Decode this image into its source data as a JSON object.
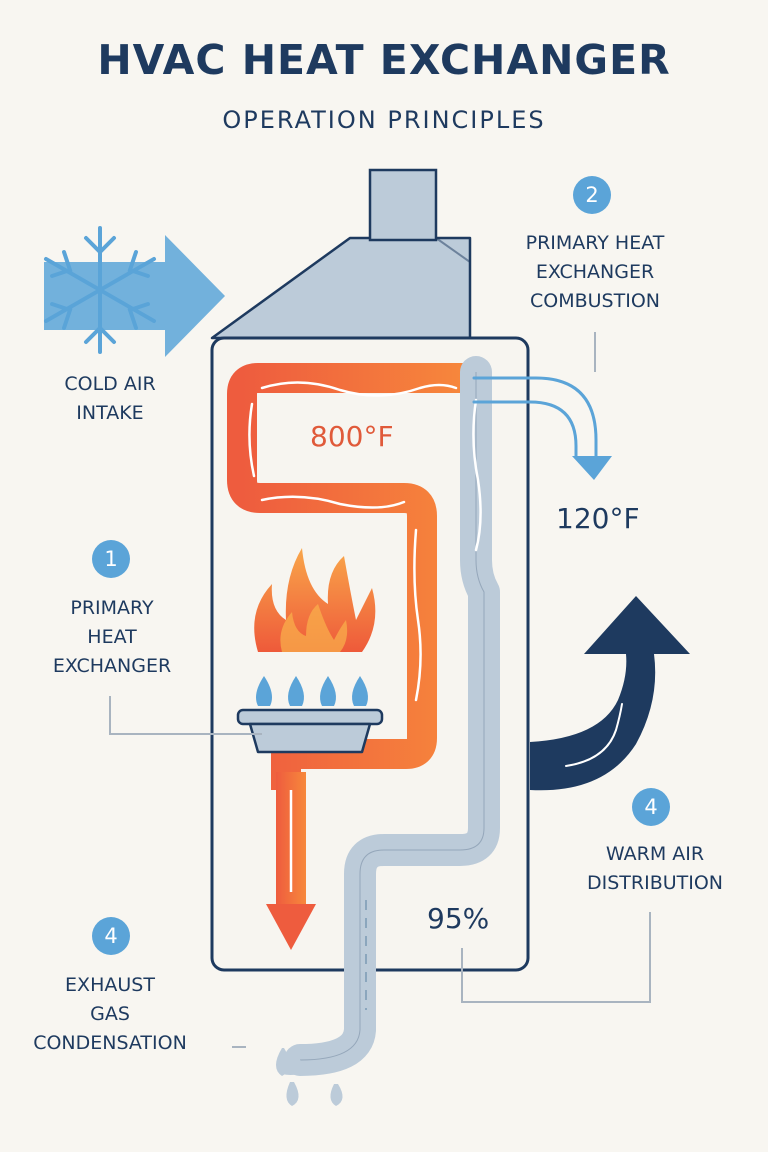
{
  "header": {
    "title": "HVAC HEAT EXCHANGER",
    "subtitle": "OPERATION PRINCIPLES"
  },
  "labels": {
    "cold_air_intake": [
      "COLD AIR",
      "INTAKE"
    ],
    "primary_heat_exchanger_combustion": [
      "PRIMARY HEAT",
      "EXCHANGER",
      "COMBUSTION"
    ],
    "primary_heat_exchanger": [
      "PRIMARY",
      "HEAT",
      "EXCHANGER"
    ],
    "warm_air_distribution": [
      "WARM AIR",
      "DISTRIBUTION"
    ],
    "exhaust_gas_condensation": [
      "EXHAUST",
      "GAS",
      "CONDENSATION"
    ]
  },
  "badges": {
    "combustion": "2",
    "primary": "1",
    "warm_air": "4",
    "exhaust": "4"
  },
  "readouts": {
    "flue_temp": "800°F",
    "exhaust_temp": "120°F",
    "efficiency": "95%"
  },
  "colors": {
    "navy": "#1e3a5f",
    "hot": "#ee6340",
    "light_blue": "#5ba4d8",
    "pipe_blue": "#bccbd9"
  },
  "icons": [
    "snowflake-icon",
    "flame-icon",
    "burner-icon",
    "water-drop-icon"
  ]
}
